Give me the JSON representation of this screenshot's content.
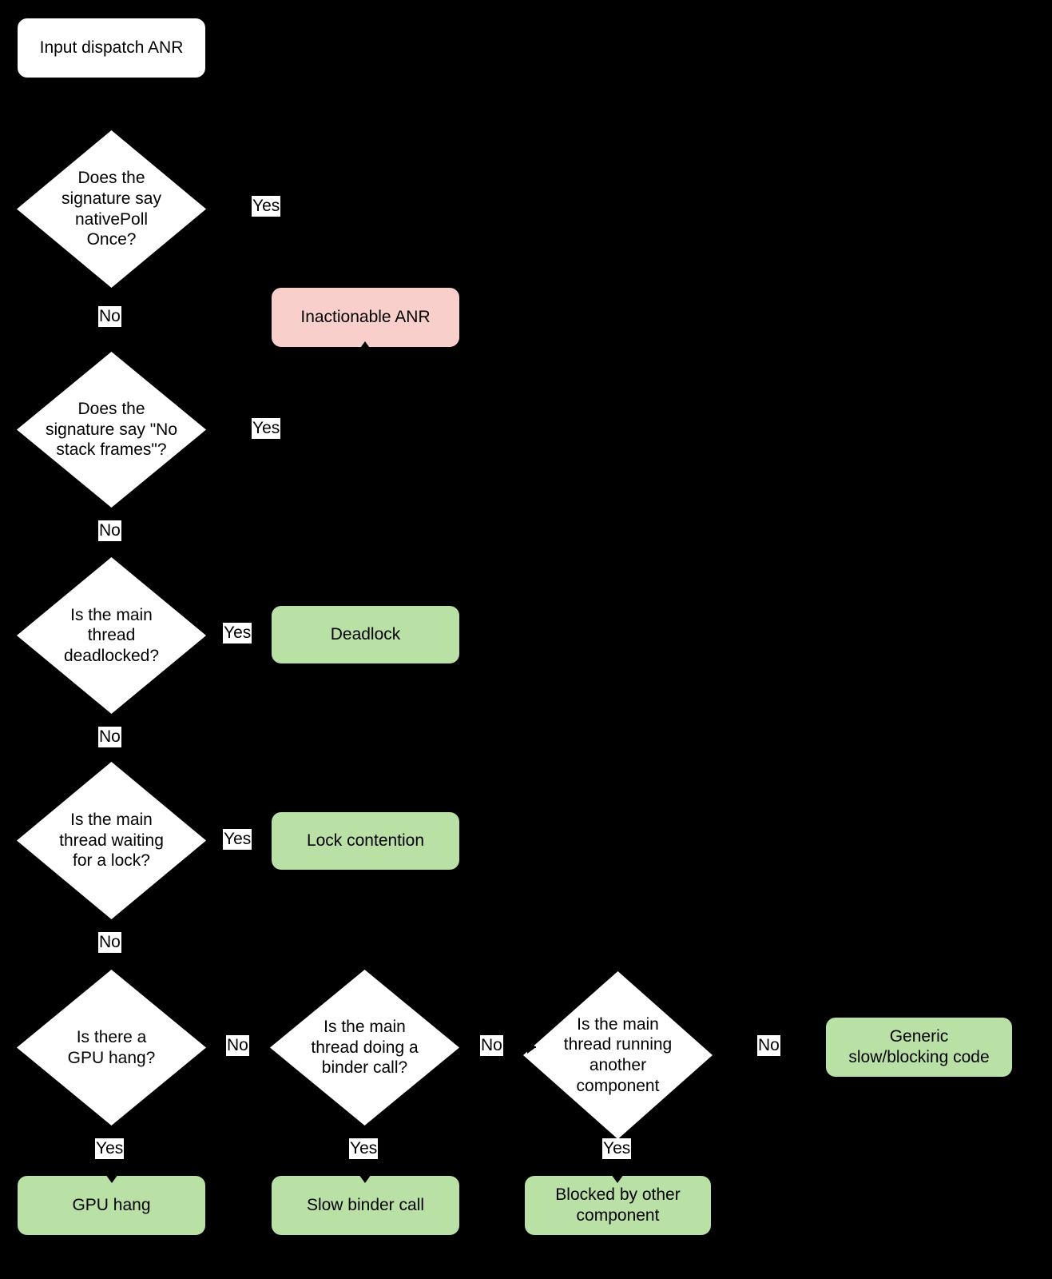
{
  "diagram": {
    "title": "Input dispatch ANR triage flowchart",
    "background_color": "#000000",
    "colors": {
      "process_fill": "#ffffff",
      "terminal_bad_fill": "#f9cfcb",
      "terminal_good_fill": "#b9e0a5",
      "stroke": "#000000",
      "text": "#000000",
      "label_chip": "#ffffff"
    }
  },
  "nodes": {
    "start": {
      "label": "Input dispatch ANR",
      "shape": "rounded-rect",
      "fill": "#ffffff"
    },
    "q_nativepoll": {
      "label": "Does the\nsignature say\nnativePoll\nOnce?",
      "shape": "diamond",
      "fill": "#ffffff"
    },
    "q_nostack": {
      "label": "Does the\nsignature say \"No\nstack frames\"?",
      "shape": "diamond",
      "fill": "#ffffff"
    },
    "q_deadlock": {
      "label": "Is the main\nthread\ndeadlocked?",
      "shape": "diamond",
      "fill": "#ffffff"
    },
    "q_lock": {
      "label": "Is the main\nthread waiting\nfor a lock?",
      "shape": "diamond",
      "fill": "#ffffff"
    },
    "q_gpu": {
      "label": "Is there a\nGPU hang?",
      "shape": "diamond",
      "fill": "#ffffff"
    },
    "q_binder": {
      "label": "Is the main\nthread doing a\nbinder call?",
      "shape": "diamond",
      "fill": "#ffffff"
    },
    "q_component": {
      "label": "Is the main\nthread running\nanother\ncomponent",
      "shape": "diamond",
      "fill": "#ffffff"
    },
    "r_inactionable": {
      "label": "Inactionable ANR",
      "shape": "rounded-rect",
      "fill": "#f9cfcb"
    },
    "r_deadlock": {
      "label": "Deadlock",
      "shape": "rounded-rect",
      "fill": "#b9e0a5"
    },
    "r_lock": {
      "label": "Lock contention",
      "shape": "rounded-rect",
      "fill": "#b9e0a5"
    },
    "r_gpu": {
      "label": "GPU hang",
      "shape": "rounded-rect",
      "fill": "#b9e0a5"
    },
    "r_binder": {
      "label": "Slow binder call",
      "shape": "rounded-rect",
      "fill": "#b9e0a5"
    },
    "r_component": {
      "label": "Blocked by other\ncomponent",
      "shape": "rounded-rect",
      "fill": "#b9e0a5"
    },
    "r_generic": {
      "label": "Generic\nslow/blocking code",
      "shape": "rounded-rect",
      "fill": "#b9e0a5"
    }
  },
  "edge_labels": {
    "nativepoll_yes": "Yes",
    "nativepoll_no": "No",
    "nostack_yes": "Yes",
    "nostack_no": "No",
    "deadlock_yes": "Yes",
    "deadlock_no": "No",
    "lock_yes": "Yes",
    "lock_no": "No",
    "gpu_no": "No",
    "gpu_yes": "Yes",
    "binder_no": "No",
    "binder_yes": "Yes",
    "component_no": "No",
    "component_yes": "Yes"
  },
  "edges": [
    {
      "from": "start",
      "to": "q_nativepoll",
      "label": ""
    },
    {
      "from": "q_nativepoll",
      "to": "r_inactionable",
      "label": "Yes"
    },
    {
      "from": "q_nativepoll",
      "to": "q_nostack",
      "label": "No"
    },
    {
      "from": "q_nostack",
      "to": "r_inactionable",
      "label": "Yes"
    },
    {
      "from": "q_nostack",
      "to": "q_deadlock",
      "label": "No"
    },
    {
      "from": "q_deadlock",
      "to": "r_deadlock",
      "label": "Yes"
    },
    {
      "from": "q_deadlock",
      "to": "q_lock",
      "label": "No"
    },
    {
      "from": "q_lock",
      "to": "r_lock",
      "label": "Yes"
    },
    {
      "from": "q_lock",
      "to": "q_gpu",
      "label": "No"
    },
    {
      "from": "q_gpu",
      "to": "r_gpu",
      "label": "Yes"
    },
    {
      "from": "q_gpu",
      "to": "q_binder",
      "label": "No"
    },
    {
      "from": "q_binder",
      "to": "r_binder",
      "label": "Yes"
    },
    {
      "from": "q_binder",
      "to": "q_component",
      "label": "No"
    },
    {
      "from": "q_component",
      "to": "r_component",
      "label": "Yes"
    },
    {
      "from": "q_component",
      "to": "r_generic",
      "label": "No"
    }
  ]
}
